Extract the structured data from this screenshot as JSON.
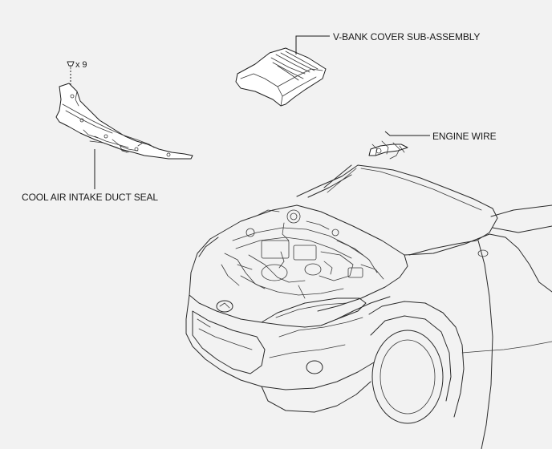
{
  "labels": {
    "vbank_cover": "V-BANK COVER SUB-ASSEMBLY",
    "engine_wire": "ENGINE WIRE",
    "cool_air_seal": "COOL AIR INTAKE DUCT SEAL",
    "clip_quantity": "x 9"
  },
  "colors": {
    "background": "#f2f2f2",
    "line": "#1e1e1e"
  }
}
